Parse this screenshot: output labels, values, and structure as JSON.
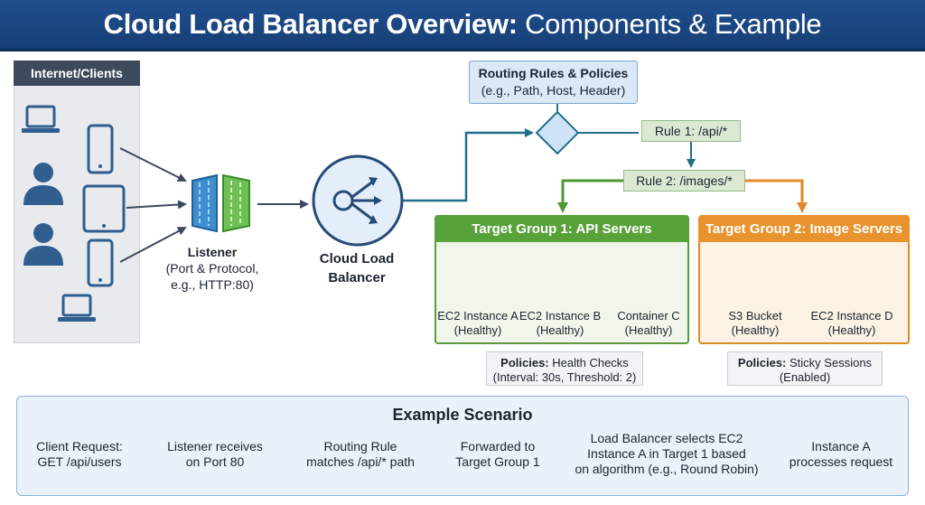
{
  "title": {
    "bold": "Cloud Load Balancer Overview:",
    "regular": "Components & Example"
  },
  "clients": {
    "header": "Internet/Clients"
  },
  "listener": {
    "title": "Listener",
    "line1": "(Port & Protocol,",
    "line2": "e.g., HTTP:80)"
  },
  "load_balancer": {
    "line1": "Cloud Load",
    "line2": "Balancer"
  },
  "routing": {
    "title": "Routing Rules & Policies",
    "subtitle": "(e.g., Path, Host, Header)",
    "rule1": "Rule 1: /api/*",
    "rule2": "Rule 2: /images/*"
  },
  "target_group_1": {
    "header": "Target Group 1: API Servers",
    "instances": [
      {
        "name": "EC2 Instance A",
        "status": "(Healthy)",
        "icon": "server-icon"
      },
      {
        "name": "EC2 Instance B",
        "status": "(Healthy)",
        "icon": "server-icon"
      },
      {
        "name": "Container C",
        "status": "(Healthy)",
        "icon": "container-icon"
      }
    ],
    "policy_label": "Policies:",
    "policy_line1": "Health Checks",
    "policy_line2": "(Interval: 30s, Threshold: 2)"
  },
  "target_group_2": {
    "header": "Target Group 2: Image Servers",
    "instances": [
      {
        "name": "S3 Bucket",
        "status": "(Healthy)",
        "icon": "bucket-icon"
      },
      {
        "name": "EC2 Instance D",
        "status": "(Healthy)",
        "icon": "server-icon"
      }
    ],
    "policy_label": "Policies:",
    "policy_line1": "Sticky Sessions",
    "policy_line2": "(Enabled)"
  },
  "scenario": {
    "title": "Example Scenario",
    "steps": [
      {
        "line1": "Client Request:",
        "line2": "GET /api/users"
      },
      {
        "line1": "Listener receives",
        "line2": "on Port 80"
      },
      {
        "line1": "Routing Rule",
        "line2": "matches /api/* path"
      },
      {
        "line1": "Forwarded to",
        "line2": "Target Group 1"
      },
      {
        "line1": "Load Balancer selects EC2",
        "line2": "Instance A in Target 1 based",
        "line3": "on algorithm (e.g., Round Robin)"
      },
      {
        "line1": "Instance A",
        "line2": "processes request"
      }
    ]
  },
  "colors": {
    "title_bg": "#1f4f8f",
    "client_icon": "#2f5e8f",
    "tg1_accent": "#58a23a",
    "tg2_accent": "#e8932d",
    "arrow": "#3b4a5c"
  }
}
